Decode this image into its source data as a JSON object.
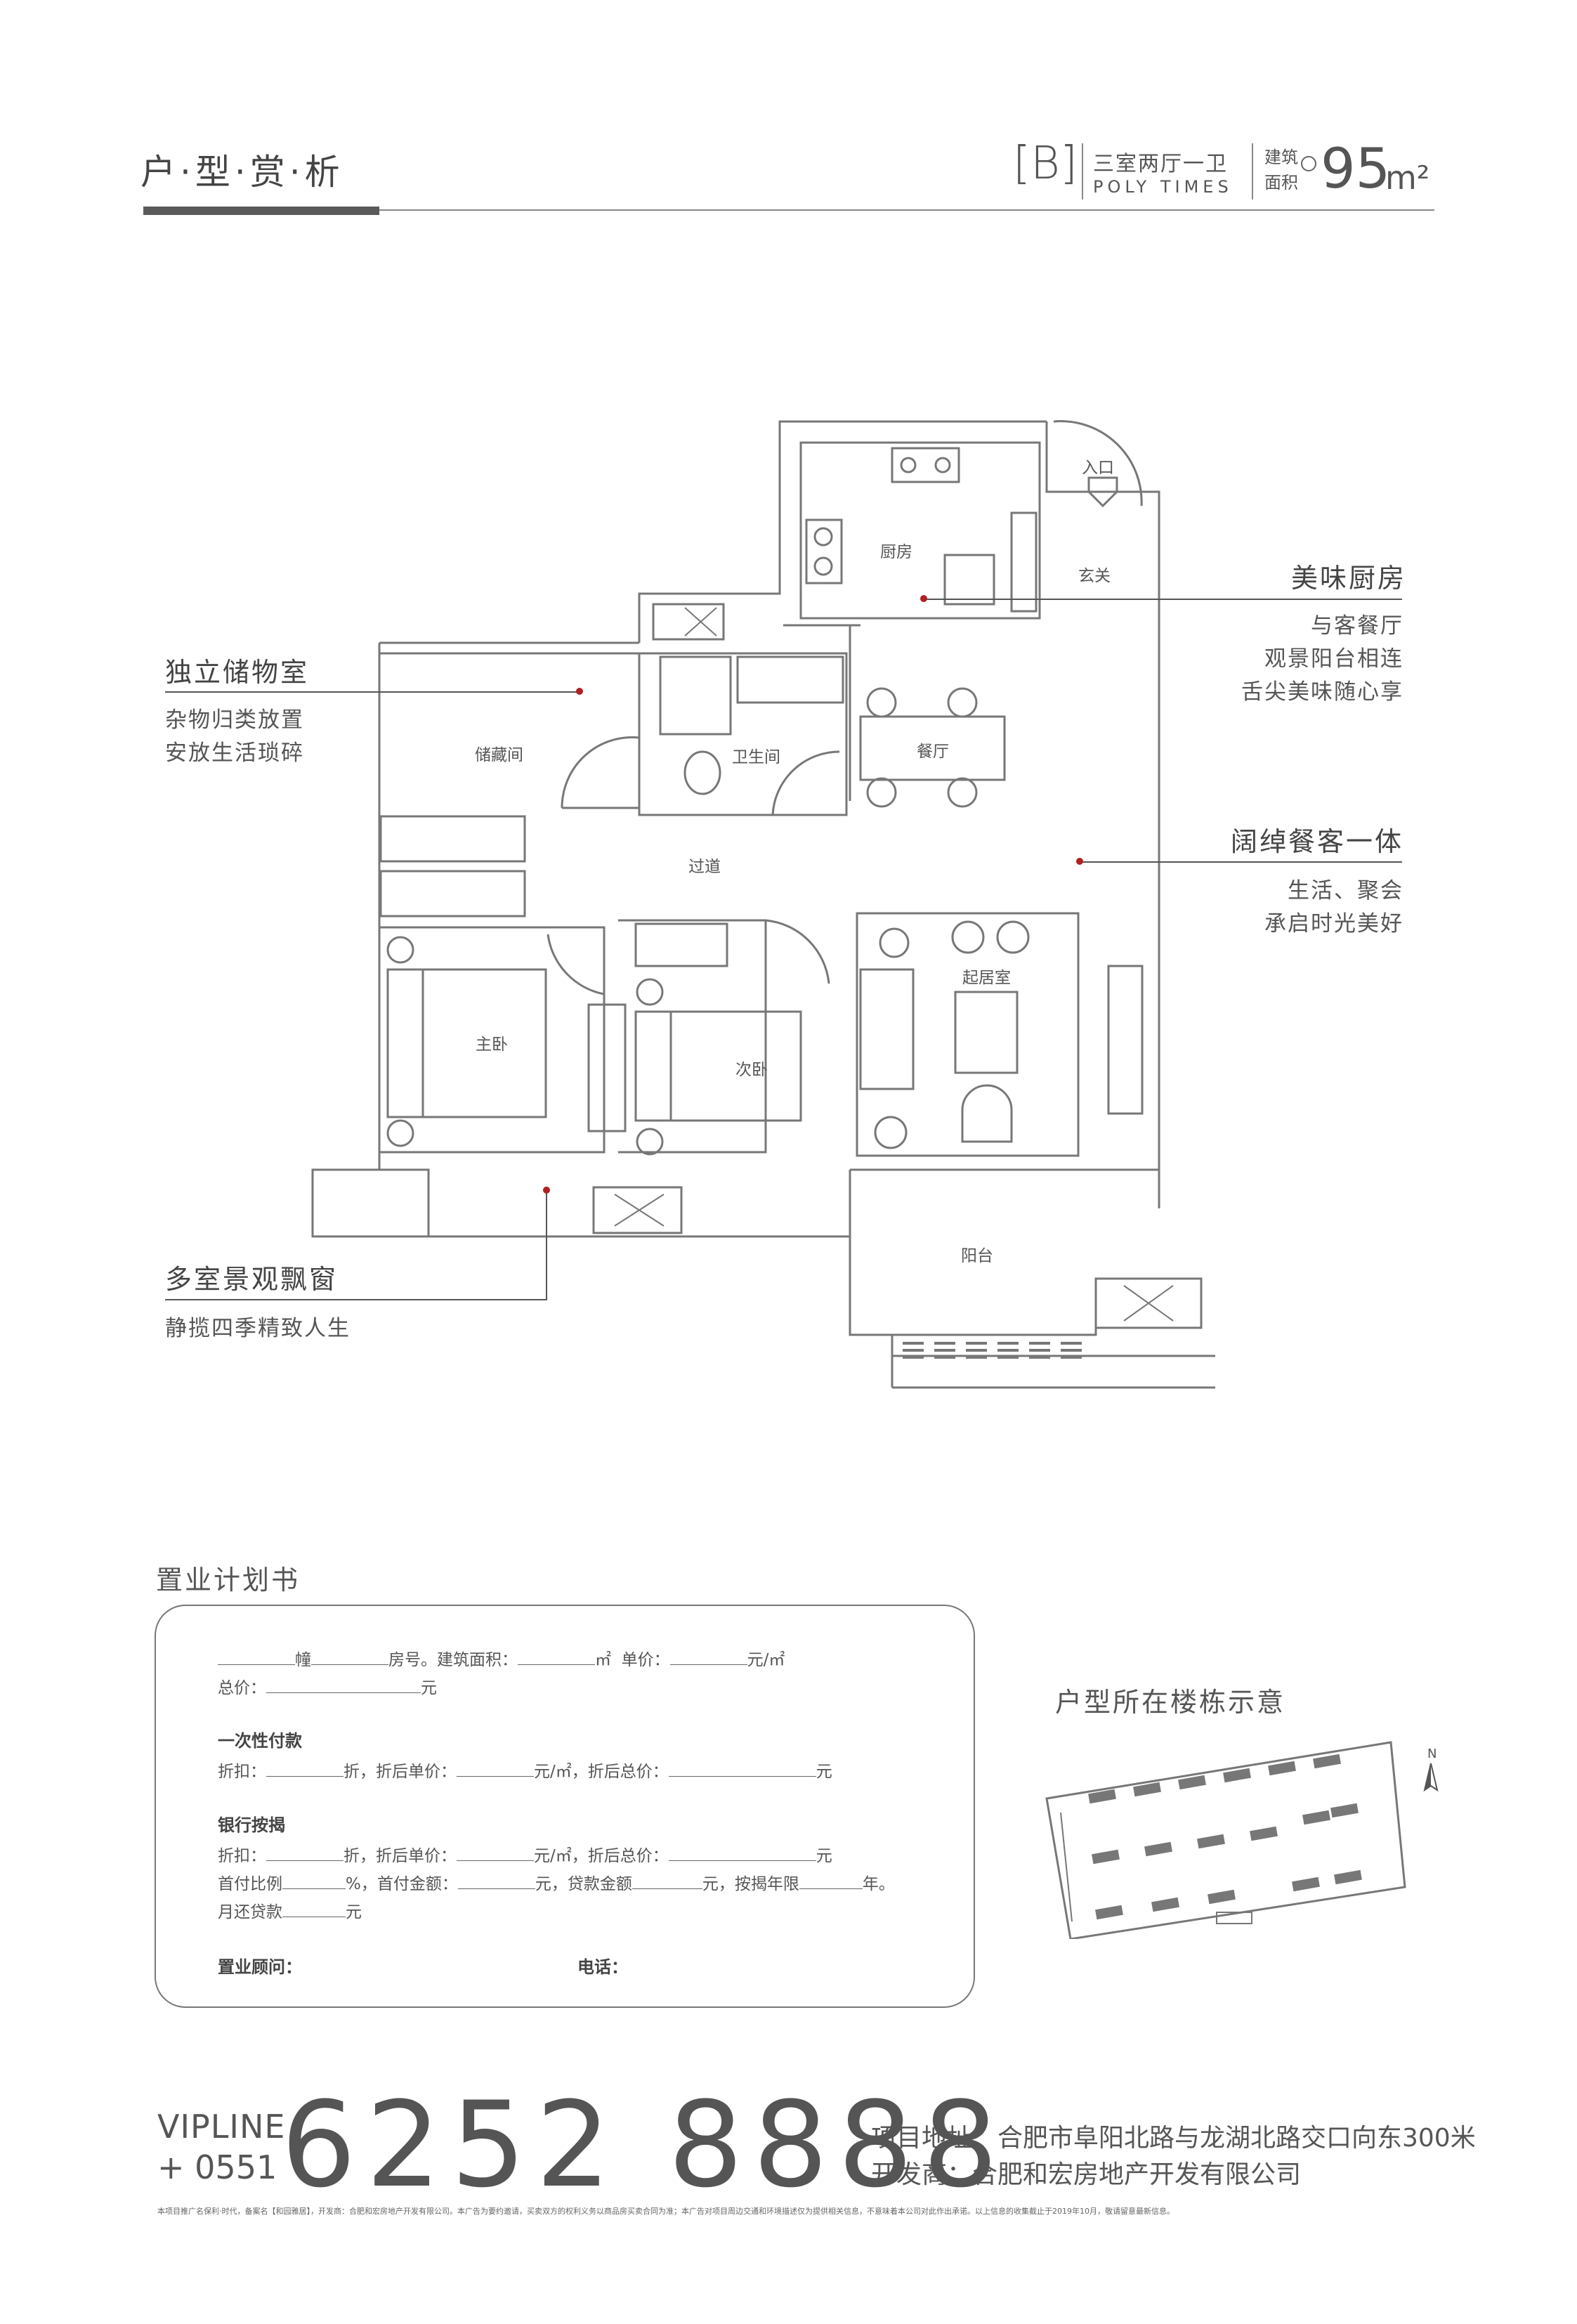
{
  "header": {
    "title": "户·型·赏·析",
    "unit_code": "[B]",
    "unit_type": "三室两厅一卫",
    "project_en": "POLY TIMES",
    "area_label_1": "建筑",
    "area_label_2": "面积",
    "area_value": "95",
    "area_unit": "m²"
  },
  "annotations": [
    {
      "heading": "独立储物室",
      "lines": [
        "杂物归类放置",
        "安放生活琐碎"
      ]
    },
    {
      "heading": "美味厨房",
      "lines": [
        "与客餐厅",
        "观景阳台相连",
        "舌尖美味随心享"
      ]
    },
    {
      "heading": "阔绰餐客一体",
      "lines": [
        "生活、聚会",
        "承启时光美好"
      ]
    },
    {
      "heading": "多室景观飘窗",
      "lines": [
        "静揽四季精致人生"
      ]
    }
  ],
  "floor_plan": {
    "entrance": "入口",
    "rooms": {
      "kitchen": "厨房",
      "foyer": "玄关",
      "storage": "储藏间",
      "bathroom": "卫生间",
      "dining": "餐厅",
      "hallway": "过道",
      "master": "主卧",
      "second": "次卧",
      "living": "起居室",
      "balcony": "阳台"
    }
  },
  "purchase_plan": {
    "title": "置业计划书",
    "r1_a": "幢",
    "r1_b": "房号。建筑面积：",
    "r1_c": "㎡  单价：",
    "r1_d": "元/㎡",
    "r2_a": "总价：",
    "r2_b": "元",
    "full_title": "一次性付款",
    "discount": "折扣：",
    "zhe": "折，折后单价：",
    "yuan_sqm_total": "元/㎡，折后总价：",
    "yuan": "元",
    "loan_title": "银行按揭",
    "down_ratio": "首付比例",
    "pct_down_amt": "%，首付金额：",
    "yuan_loan_amt": "元，贷款金额",
    "yuan_years": "元，按揭年限",
    "nian": "年。",
    "monthly": "月还贷款",
    "consultant": "置业顾问：",
    "phone": "电话："
  },
  "building_map": {
    "title": "户型所在楼栋示意",
    "north": "N"
  },
  "footer": {
    "vip_line1": "VIPLINE",
    "vip_line2": "+ 0551",
    "phone": "6252 8888",
    "address": "项目地址：合肥市阜阳北路与龙湖北路交口向东300米",
    "developer": "开发商：合肥和宏房地产开发有限公司",
    "disclaimer": "本项目推广名保利·时代，备案名【和园雅居】，开发商：合肥和宏房地产开发有限公司。本广告为要约邀请，买卖双方的权利义务以商品房买卖合同为准；本广告对项目周边交通和环境描述仅为提供相关信息，不意味着本公司对此作出承诺。以上信息的收集截止于2019年10月，敬请留意最新信息。"
  }
}
